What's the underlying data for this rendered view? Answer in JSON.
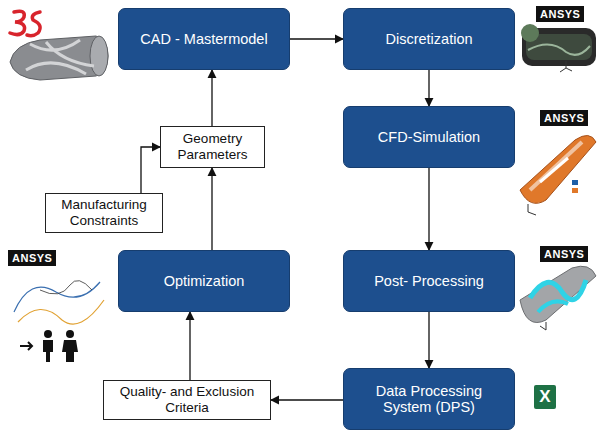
{
  "diagram": {
    "nodes": [
      {
        "text": [
          "CAD - Mastermodel"
        ]
      },
      {
        "text": [
          "Discretization"
        ]
      },
      {
        "text": [
          "Geometry Parameters"
        ]
      },
      {
        "text": [
          "CFD-Simulation"
        ]
      },
      {
        "text": [
          "Manufacturing Constraints"
        ]
      },
      {
        "text": [
          "Optimization"
        ]
      },
      {
        "text": [
          "Post- Processing"
        ]
      },
      {
        "text": [
          "Quality- and Exclusion Criteria"
        ]
      },
      {
        "text": [
          "Data Processing System (DPS)"
        ]
      }
    ],
    "edges": [
      {
        "from": 0,
        "to": 1,
        "arrow": "to"
      },
      {
        "from": 1,
        "to": 3,
        "arrow": "to"
      },
      {
        "from": 3,
        "to": 6,
        "arrow": "to"
      },
      {
        "from": 6,
        "to": 8,
        "arrow": "to"
      },
      {
        "from": 8,
        "to": 7,
        "arrow": "to"
      },
      {
        "from": 7,
        "to": 5,
        "arrow": "to"
      },
      {
        "from": 5,
        "to": 2,
        "arrow": "to"
      },
      {
        "from": 2,
        "to": 0,
        "arrow": "to"
      },
      {
        "from": 4,
        "to": 2,
        "arrow": "to"
      }
    ],
    "labels": [
      "ANSYS",
      "ANSYS",
      "ANSYS",
      "ANSYS",
      "X"
    ]
  }
}
